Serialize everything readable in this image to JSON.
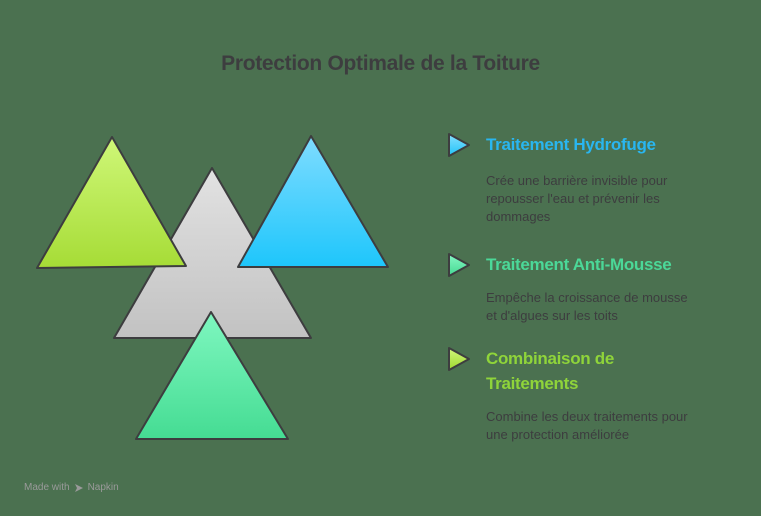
{
  "title": "Protection Optimale de la Toiture",
  "colors": {
    "background": "#4b7150",
    "text": "#3d3d3f",
    "hydrofuge": "#29b6f0",
    "anti_mousse": "#4bd898",
    "combinaison": "#8fd43a",
    "center": "#c9c9c9"
  },
  "items": [
    {
      "heading": "Traitement Hydrofuge",
      "description_lines": [
        "Crée une barrière invisible pour",
        "repousser l'eau et prévenir les",
        "dommages"
      ]
    },
    {
      "heading": "Traitement Anti-Mousse",
      "description_lines": [
        "Empêche la croissance de mousse",
        "et d'algues sur les toits"
      ]
    },
    {
      "heading_lines": [
        "Combinaison de",
        "Traitements"
      ],
      "description_lines": [
        "Combine les deux traitements pour",
        "une protection améliorée"
      ]
    }
  ],
  "footer": {
    "made_with": "Made with",
    "brand": "Napkin",
    "icon": "napkin-logo-icon"
  }
}
